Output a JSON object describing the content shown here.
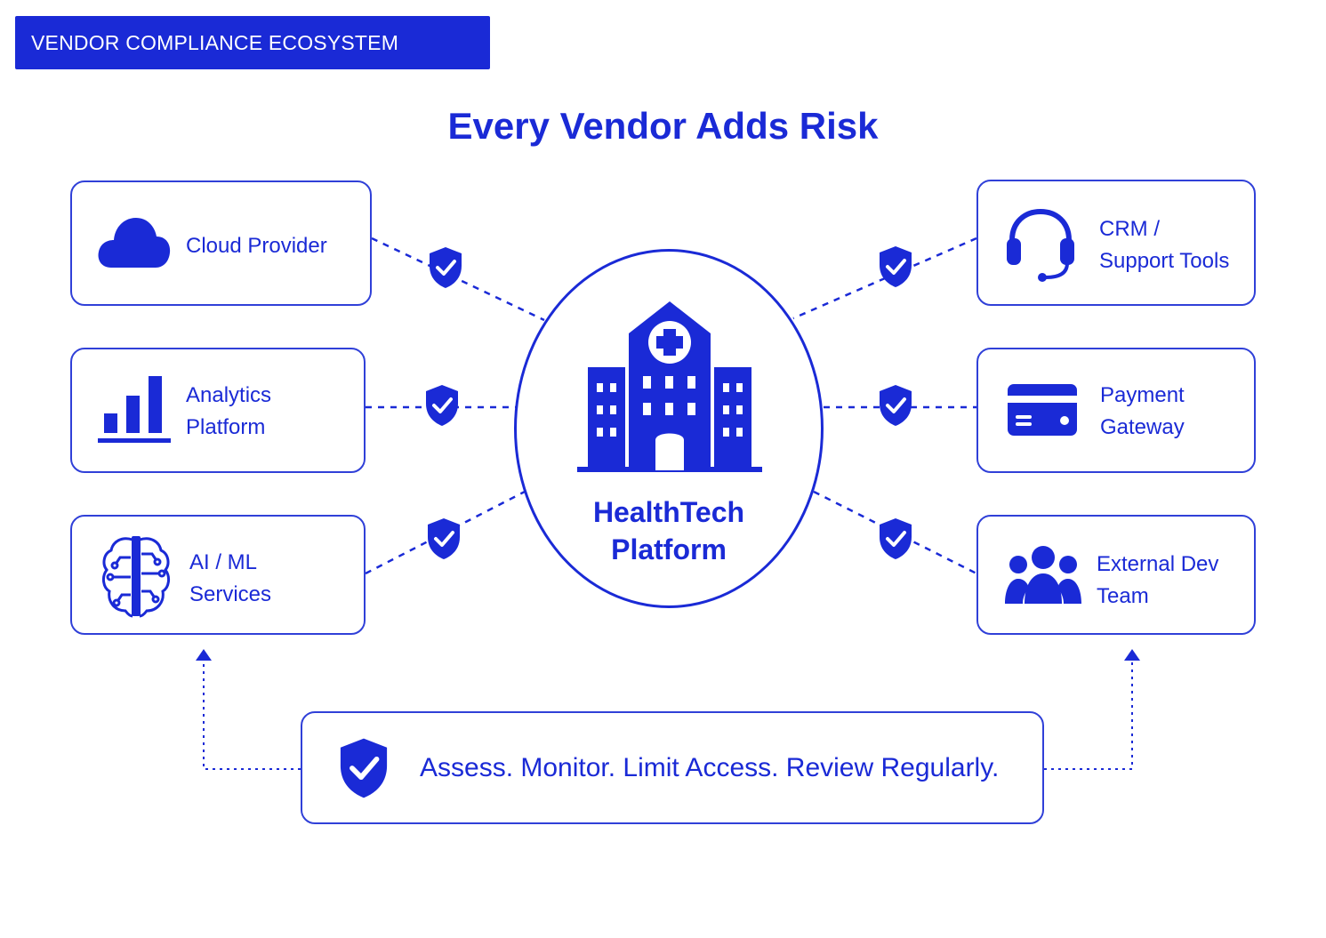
{
  "header": {
    "tag": "VENDOR COMPLIANCE ECOSYSTEM"
  },
  "title": "Every Vendor Adds Risk",
  "center": {
    "label": "HealthTech\nPlatform"
  },
  "vendors_left": [
    {
      "label": "Cloud Provider",
      "icon": "cloud-icon"
    },
    {
      "label": "Analytics\nPlatform",
      "icon": "bar-chart-icon"
    },
    {
      "label": "AI / ML\nServices",
      "icon": "brain-circuit-icon"
    }
  ],
  "vendors_right": [
    {
      "label": "CRM /\nSupport Tools",
      "icon": "headset-icon"
    },
    {
      "label": "Payment\nGateway",
      "icon": "credit-card-icon"
    },
    {
      "label": "External Dev\nTeam",
      "icon": "team-icon"
    }
  ],
  "footer": {
    "label": "Assess. Monitor. Limit Access. Review Regularly.",
    "icon": "shield-check-icon"
  },
  "colors": {
    "primary": "#1a2ad6",
    "border": "#3040d8",
    "background": "#ffffff",
    "tag_text": "#ffffff"
  }
}
